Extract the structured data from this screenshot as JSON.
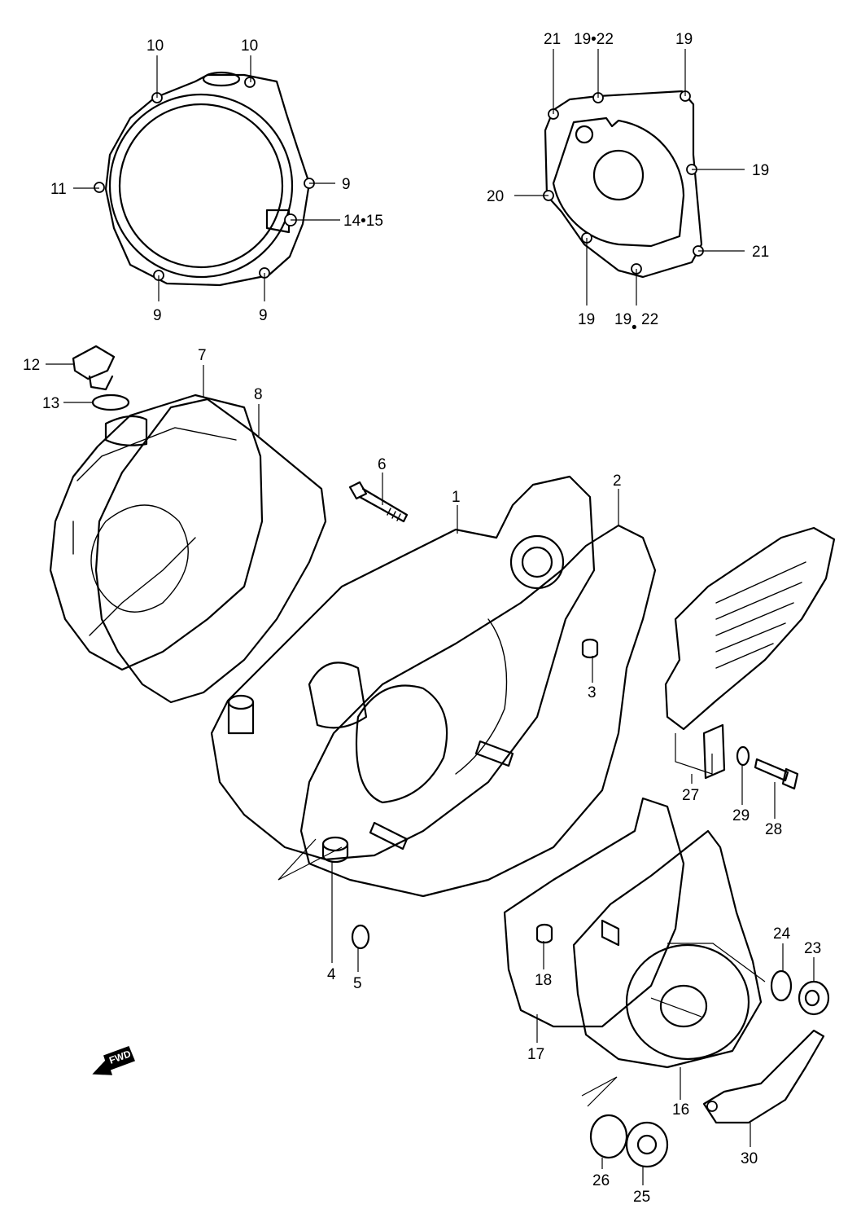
{
  "callouts": {
    "c10a": "10",
    "c10b": "10",
    "c11": "11",
    "c9a": "9",
    "c14_15": "14•15",
    "c9b": "9",
    "c9c": "9",
    "c21a": "21",
    "c19_22a": "19•22",
    "c19a": "19",
    "c19b": "19",
    "c20": "20",
    "c21b": "21",
    "c19c": "19",
    "c19_22b_num1": "19",
    "c19_22b_num2": "22",
    "c19_22b_dot": "•",
    "c12": "12",
    "c13": "13",
    "c7": "7",
    "c8": "8",
    "c6": "6",
    "c1": "1",
    "c2": "2",
    "c3": "3",
    "c27": "27",
    "c29": "29",
    "c28": "28",
    "c4": "4",
    "c5": "5",
    "c18": "18",
    "c17": "17",
    "c16": "16",
    "c24": "24",
    "c23": "23",
    "c26": "26",
    "c25": "25",
    "c30": "30"
  },
  "fwd_label": "FWD"
}
